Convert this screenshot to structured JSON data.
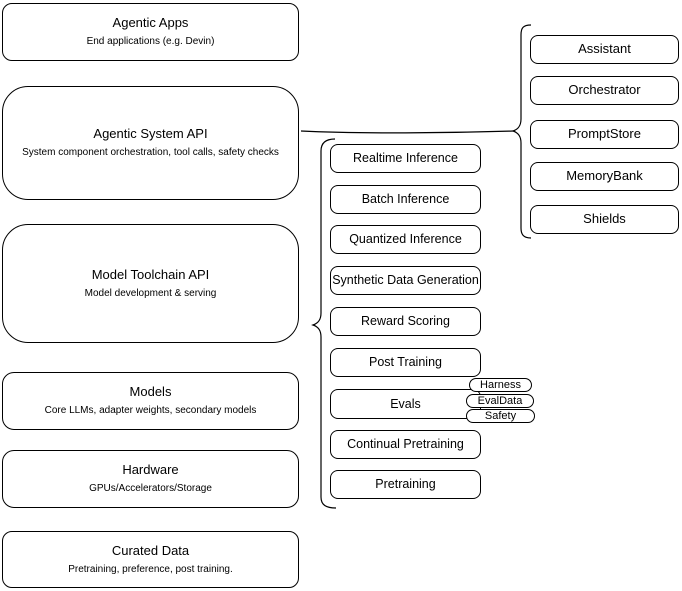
{
  "diagram": {
    "left_stack": [
      {
        "title": "Agentic Apps",
        "subtitle": "End applications (e.g. Devin)"
      },
      {
        "title": "Agentic System API",
        "subtitle": "System component orchestration, tool calls, safety checks"
      },
      {
        "title": "Model Toolchain API",
        "subtitle": "Model development & serving"
      },
      {
        "title": "Models",
        "subtitle": "Core LLMs, adapter weights, secondary models"
      },
      {
        "title": "Hardware",
        "subtitle": "GPUs/Accelerators/Storage"
      },
      {
        "title": "Curated Data",
        "subtitle": "Pretraining, preference, post training."
      }
    ],
    "toolchain_items": [
      {
        "label": "Realtime Inference"
      },
      {
        "label": "Batch Inference"
      },
      {
        "label": "Quantized Inference"
      },
      {
        "label": "Synthetic Data Generation"
      },
      {
        "label": "Reward Scoring"
      },
      {
        "label": "Post Training"
      },
      {
        "label": "Evals"
      },
      {
        "label": "Continual Pretraining"
      },
      {
        "label": "Pretraining"
      }
    ],
    "eval_tags": [
      {
        "label": "Harness"
      },
      {
        "label": "EvalData"
      },
      {
        "label": "Safety"
      }
    ],
    "system_components": [
      {
        "label": "Assistant"
      },
      {
        "label": "Orchestrator"
      },
      {
        "label": "PromptStore"
      },
      {
        "label": "MemoryBank"
      },
      {
        "label": "Shields"
      }
    ],
    "colors": {
      "background": "#ffffff",
      "fill": "#ffffff",
      "stroke": "#000000",
      "text": "#000000"
    }
  }
}
